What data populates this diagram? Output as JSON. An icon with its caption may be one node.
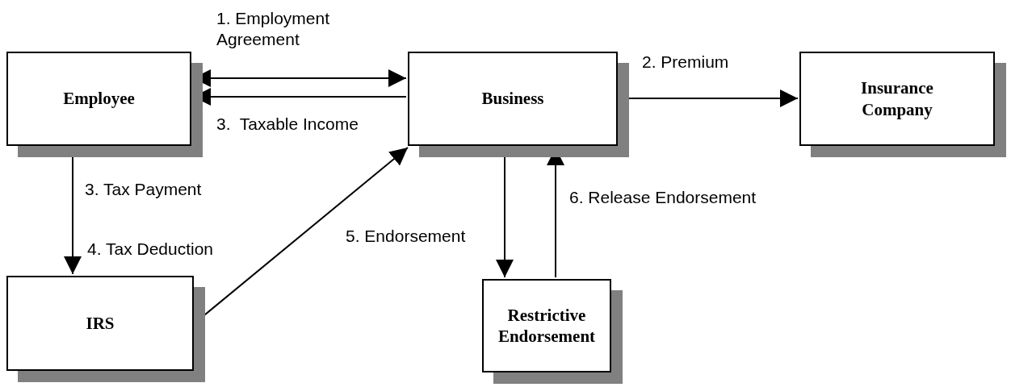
{
  "diagram": {
    "nodes": [
      {
        "text": [
          "Employee"
        ]
      },
      {
        "text": [
          "Business"
        ]
      },
      {
        "text": [
          "Insurance Company"
        ]
      },
      {
        "text": [
          "IRS"
        ]
      },
      {
        "text": [
          "Restrictive Endorsement"
        ]
      }
    ],
    "edges": [
      {
        "from": 0,
        "to": 1,
        "arrow": "both",
        "label": "1. Employment Agreement"
      },
      {
        "from": 1,
        "to": 0,
        "arrow": "to",
        "label": "3.  Taxable Income"
      },
      {
        "from": 1,
        "to": 2,
        "arrow": "to",
        "label": "2. Premium"
      },
      {
        "from": 0,
        "to": 3,
        "arrow": "to",
        "label": "3. Tax Payment"
      },
      {
        "from": 3,
        "to": 1,
        "arrow": "to",
        "label": "4. Tax Deduction"
      },
      {
        "from": 1,
        "to": 4,
        "arrow": "to",
        "label": "5. Endorsement"
      },
      {
        "from": 4,
        "to": 1,
        "arrow": "to",
        "label": "6. Release Endorsement"
      }
    ]
  }
}
